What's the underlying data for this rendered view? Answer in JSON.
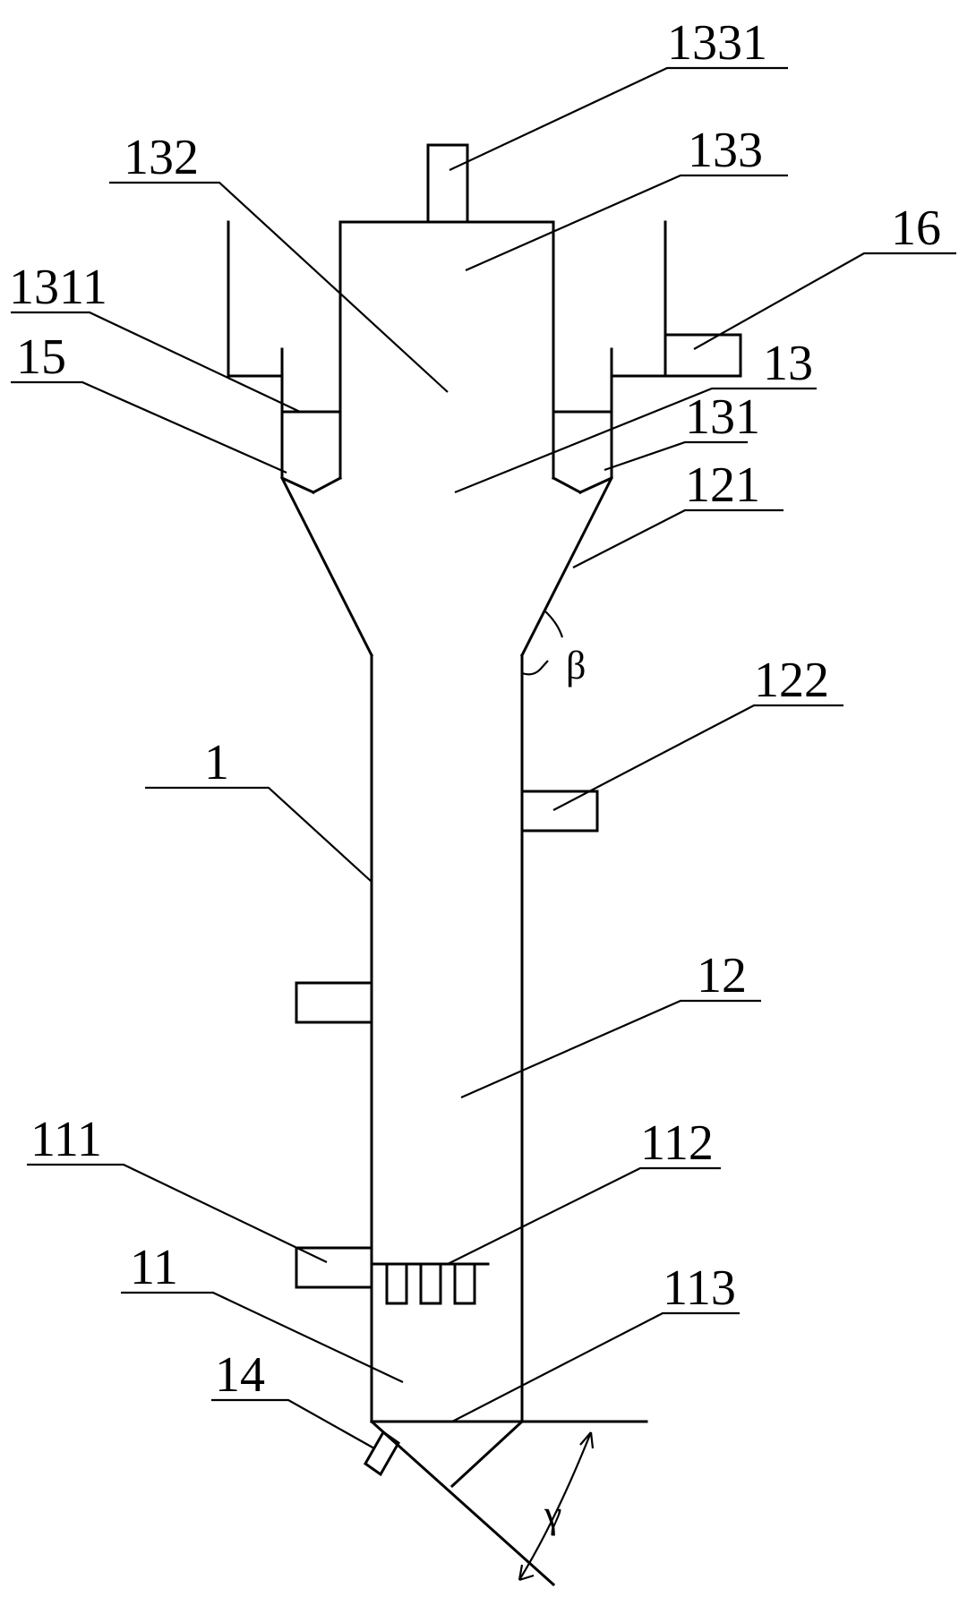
{
  "labels": {
    "l1331": "1331",
    "l133": "133",
    "l132": "132",
    "l16": "16",
    "l1311": "1311",
    "l15": "15",
    "l13": "13",
    "l131": "131",
    "l121": "121",
    "l122": "122",
    "l1": "1",
    "l12": "12",
    "l111": "111",
    "l112": "112",
    "l11": "11",
    "l113": "113",
    "l14": "14"
  },
  "angles": {
    "beta": "β",
    "gamma": "γ"
  },
  "colors": {
    "line": "#000000",
    "background": "#ffffff"
  }
}
